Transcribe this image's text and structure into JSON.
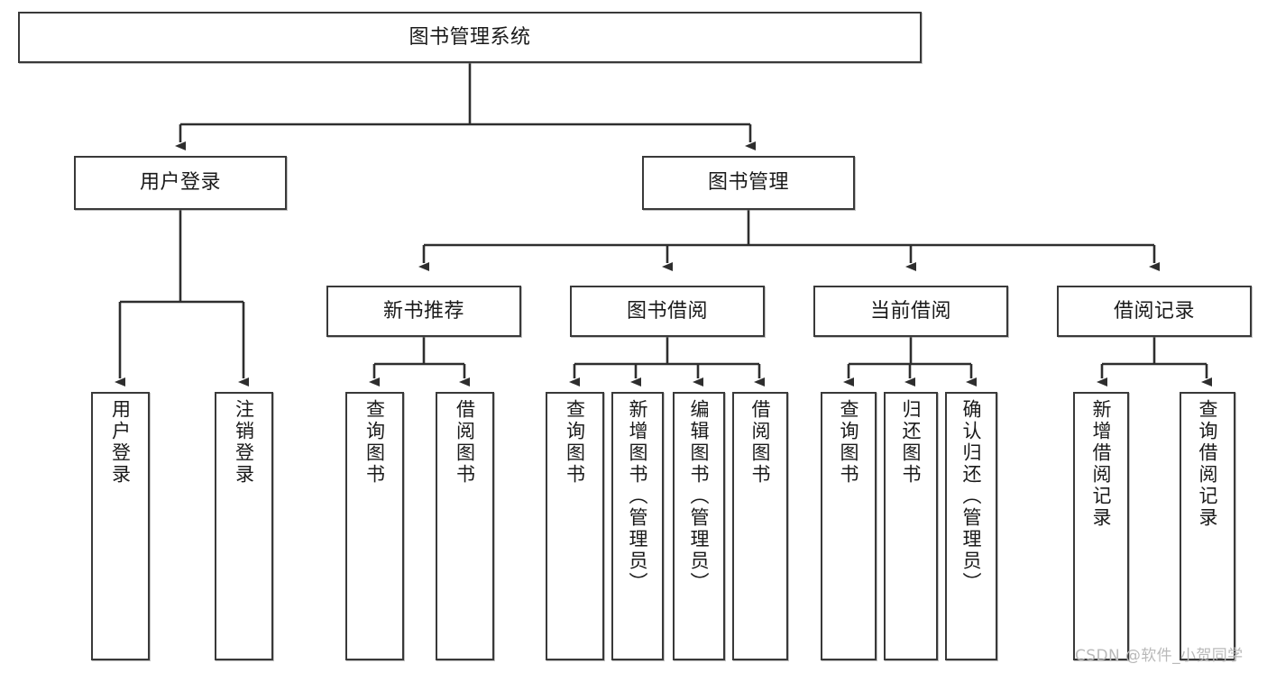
{
  "diagram": {
    "title_node": {
      "label": "图书管理系统"
    },
    "level2": [
      {
        "label": "用户登录"
      },
      {
        "label": "图书管理"
      }
    ],
    "level3": [
      {
        "label": "新书推荐"
      },
      {
        "label": "图书借阅"
      },
      {
        "label": "当前借阅"
      },
      {
        "label": "借阅记录"
      }
    ],
    "leaves": {
      "user_login": [
        {
          "label": "用户登录"
        },
        {
          "label": "注销登录"
        }
      ],
      "new_book_recommend": [
        {
          "label": "查询图书"
        },
        {
          "label": "借阅图书"
        }
      ],
      "book_borrow": [
        {
          "label": "查询图书"
        },
        {
          "label": "新增图书（管理员）"
        },
        {
          "label": "编辑图书（管理员）"
        },
        {
          "label": "借阅图书"
        }
      ],
      "current_borrow": [
        {
          "label": "查询图书"
        },
        {
          "label": "归还图书"
        },
        {
          "label": "确认归还（管理员）"
        }
      ],
      "borrow_record": [
        {
          "label": "新增借阅记录"
        },
        {
          "label": "查询借阅记录"
        }
      ]
    }
  },
  "watermark": {
    "text": "CSDN @软件_小贺同学"
  },
  "colors": {
    "stroke": "#393939",
    "background": "#ffffff",
    "text": "#1a1a1a",
    "watermark": "#b9b9b9"
  }
}
